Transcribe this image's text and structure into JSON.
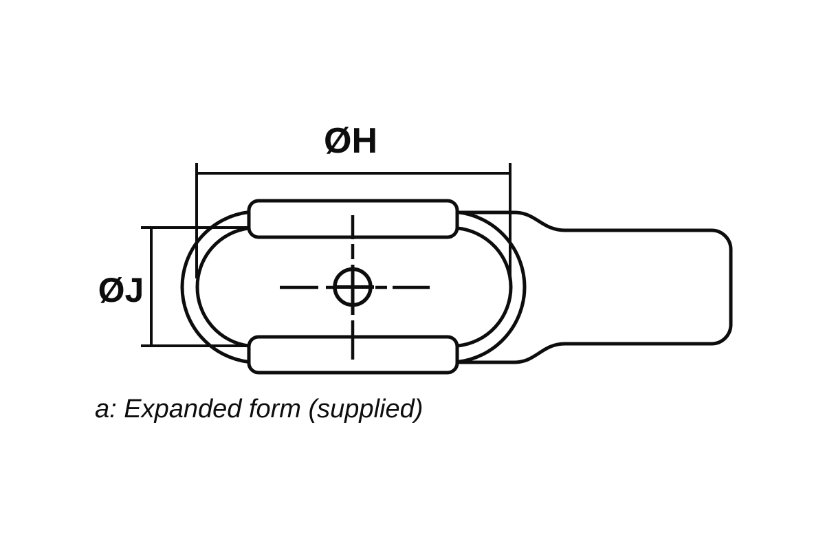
{
  "diagram": {
    "caption": "a: Expanded form (supplied)",
    "dim_width_label": "ØH",
    "dim_height_label": "ØJ"
  },
  "colors": {
    "line": "#0d0d0d",
    "background": "#ffffff"
  }
}
